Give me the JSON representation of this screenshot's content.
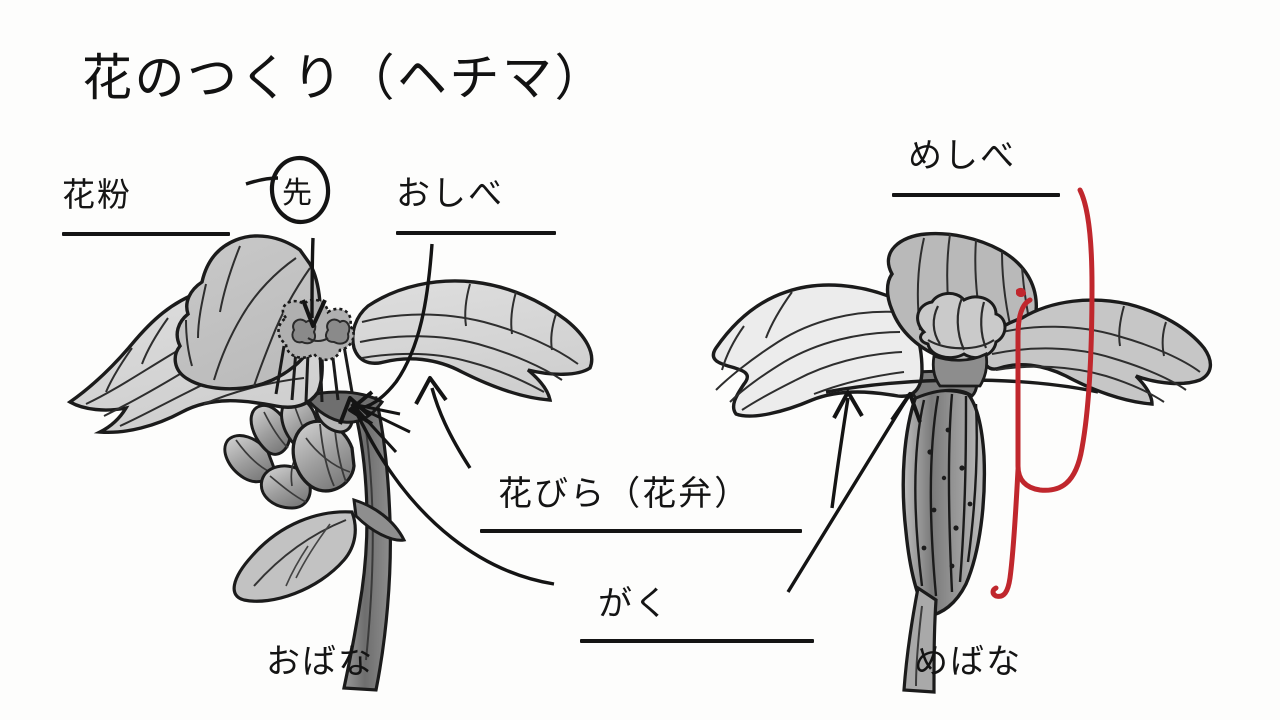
{
  "page": {
    "background_color": "#fdfdfc",
    "ink_color": "#141414",
    "annotation_color": "#c0272d"
  },
  "title": "花のつくり（ヘチマ）",
  "labels": {
    "pollen": "花粉",
    "tip_circle": "先",
    "stamen": "おしべ",
    "pistil": "めしべ",
    "petal": "花びら（花弁）",
    "calyx": "がく",
    "male_flower": "おばな",
    "female_flower": "めばな"
  },
  "figures": {
    "left": {
      "caption": "おばな",
      "parts": [
        "花粉",
        "先",
        "おしべ",
        "花びら（花弁）",
        "がく"
      ]
    },
    "right": {
      "caption": "めばな",
      "parts": [
        "めしべ",
        "花びら（花弁）",
        "がく"
      ]
    }
  },
  "annotation": {
    "type": "hand-drawn-brace",
    "color": "#c0272d",
    "target": "めしべ"
  }
}
